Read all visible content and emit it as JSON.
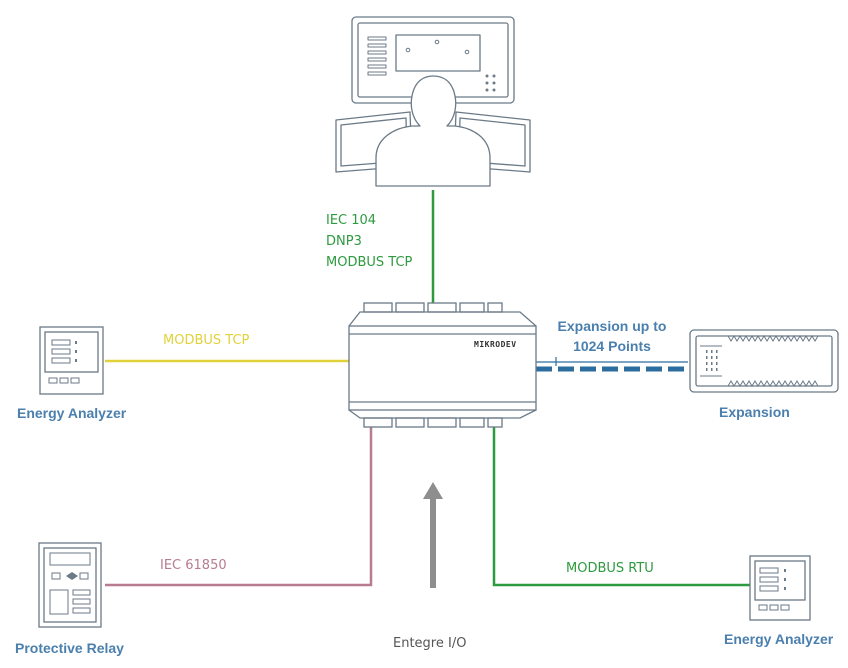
{
  "colors": {
    "outline": "#6b7a87",
    "green": "#2e9a3f",
    "yellow": "#e2d23a",
    "mauve": "#b77b92",
    "blue": "#2c6da0",
    "arrow": "#8e8e8e",
    "device_label": "#4a7fae"
  },
  "operator": {
    "icon": "operator-workstation-icon",
    "protocols": [
      "IEC 104",
      "DNP3",
      "MODBUS TCP"
    ]
  },
  "controller": {
    "brand": "MIKRODEV",
    "icon": "rtu-controller-icon"
  },
  "left_top": {
    "device": "Energy Analyzer",
    "protocol": "MODBUS TCP",
    "icon": "energy-analyzer-icon"
  },
  "left_bottom": {
    "device": "Protective Relay",
    "protocol": "IEC 61850",
    "icon": "protective-relay-icon"
  },
  "right_top": {
    "device": "Expansion",
    "note_line1": "Expansion up to",
    "note_line2": "1024 Points",
    "icon": "expansion-module-icon"
  },
  "right_bottom": {
    "device": "Energy Analyzer",
    "protocol": "MODBUS RTU",
    "icon": "energy-analyzer-icon"
  },
  "bottom_center": {
    "label": "Entegre I/O",
    "icon": "up-arrow-icon"
  }
}
